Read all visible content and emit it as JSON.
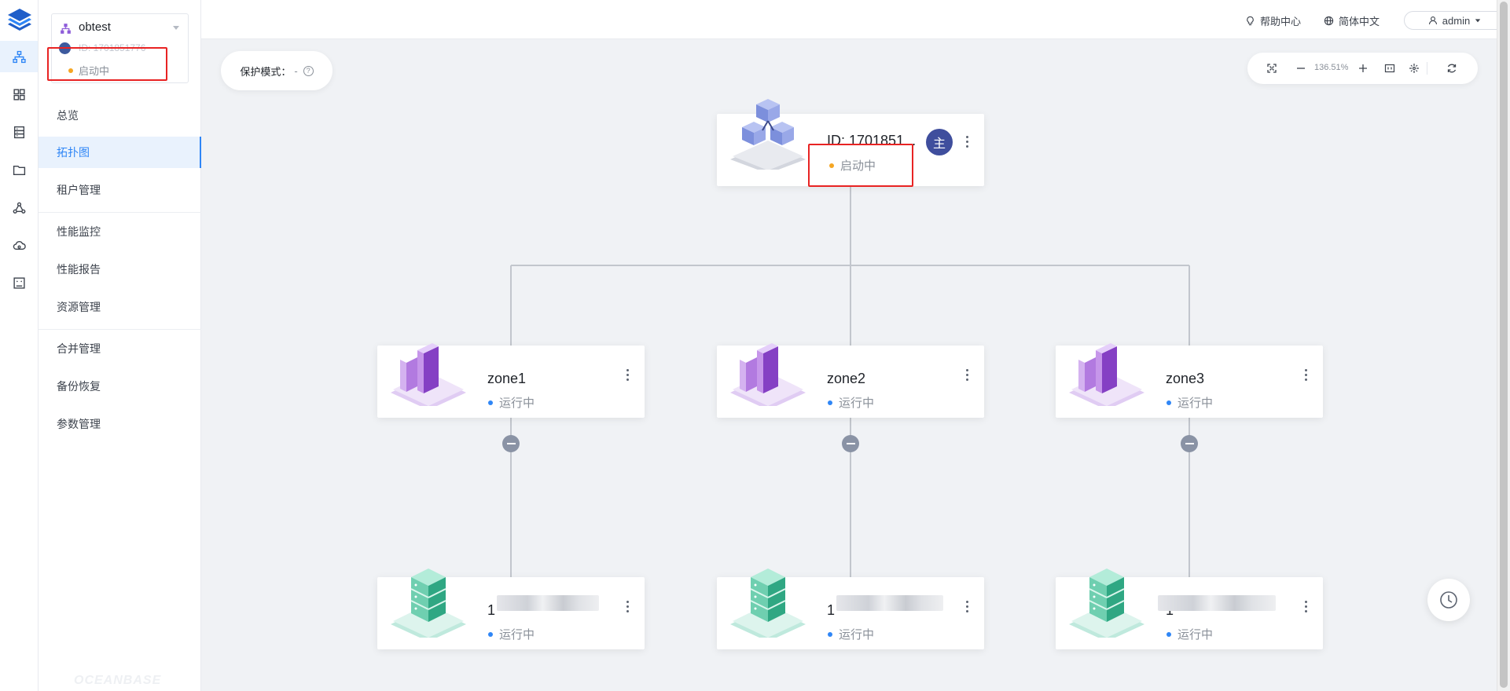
{
  "app": {
    "footer_brand": "OCEANBASE"
  },
  "cluster": {
    "name": "obtest",
    "id_text": "ID: 1701851776",
    "status": "启动中"
  },
  "nav": {
    "overview": "总览",
    "topology": "拓扑图",
    "tenants": "租户管理",
    "monitor": "性能监控",
    "report": "性能报告",
    "resource": "资源管理",
    "merge": "合并管理",
    "backup": "备份恢复",
    "params": "参数管理"
  },
  "topbar": {
    "help": "帮助中心",
    "language": "简体中文",
    "user": "admin"
  },
  "canvas": {
    "protect_label": "保护模式：",
    "protect_value": "-",
    "zoom": "136.51%"
  },
  "topology": {
    "root": {
      "title": "ID: 1701851...",
      "status": "启动中",
      "badge": "主"
    },
    "zones": [
      {
        "name": "zone1",
        "status": "运行中"
      },
      {
        "name": "zone2",
        "status": "运行中"
      },
      {
        "name": "zone3",
        "status": "运行中"
      }
    ],
    "servers": [
      {
        "name": "1",
        "status": "运行中"
      },
      {
        "name": "1",
        "status": "运行中"
      },
      {
        "name": "1",
        "status": "运行中"
      }
    ]
  },
  "colors": {
    "accent": "#2f86f6",
    "status_starting": "#f5a623",
    "status_running": "#2f86f6",
    "highlight": "#e82323",
    "main_badge": "#3f4e9d"
  }
}
